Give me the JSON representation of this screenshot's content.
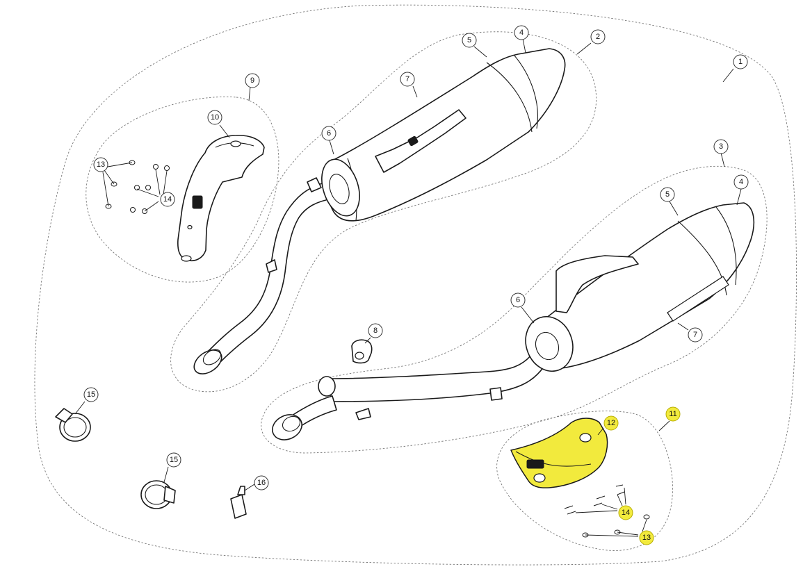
{
  "colors": {
    "highlight": "#f2ea3d",
    "line": "#1a1a1a",
    "dashed_outline": "#777777"
  },
  "callouts": [
    {
      "id": "c1",
      "label": "1",
      "highlighted": false
    },
    {
      "id": "c2",
      "label": "2",
      "highlighted": false
    },
    {
      "id": "c3",
      "label": "3",
      "highlighted": false
    },
    {
      "id": "c4a",
      "label": "4",
      "highlighted": false
    },
    {
      "id": "c4b",
      "label": "4",
      "highlighted": false
    },
    {
      "id": "c5a",
      "label": "5",
      "highlighted": false
    },
    {
      "id": "c5b",
      "label": "5",
      "highlighted": false
    },
    {
      "id": "c6a",
      "label": "6",
      "highlighted": false
    },
    {
      "id": "c6b",
      "label": "6",
      "highlighted": false
    },
    {
      "id": "c7a",
      "label": "7",
      "highlighted": false
    },
    {
      "id": "c7b",
      "label": "7",
      "highlighted": false
    },
    {
      "id": "c8",
      "label": "8",
      "highlighted": false
    },
    {
      "id": "c9",
      "label": "9",
      "highlighted": false
    },
    {
      "id": "c10",
      "label": "10",
      "highlighted": false
    },
    {
      "id": "c11",
      "label": "11",
      "highlighted": true
    },
    {
      "id": "c12",
      "label": "12",
      "highlighted": true
    },
    {
      "id": "c13a",
      "label": "13",
      "highlighted": false
    },
    {
      "id": "c13b",
      "label": "13",
      "highlighted": true
    },
    {
      "id": "c14a",
      "label": "14",
      "highlighted": false
    },
    {
      "id": "c14b",
      "label": "14",
      "highlighted": true
    },
    {
      "id": "c15a",
      "label": "15",
      "highlighted": false
    },
    {
      "id": "c15b",
      "label": "15",
      "highlighted": false
    },
    {
      "id": "c16",
      "label": "16",
      "highlighted": false
    }
  ]
}
